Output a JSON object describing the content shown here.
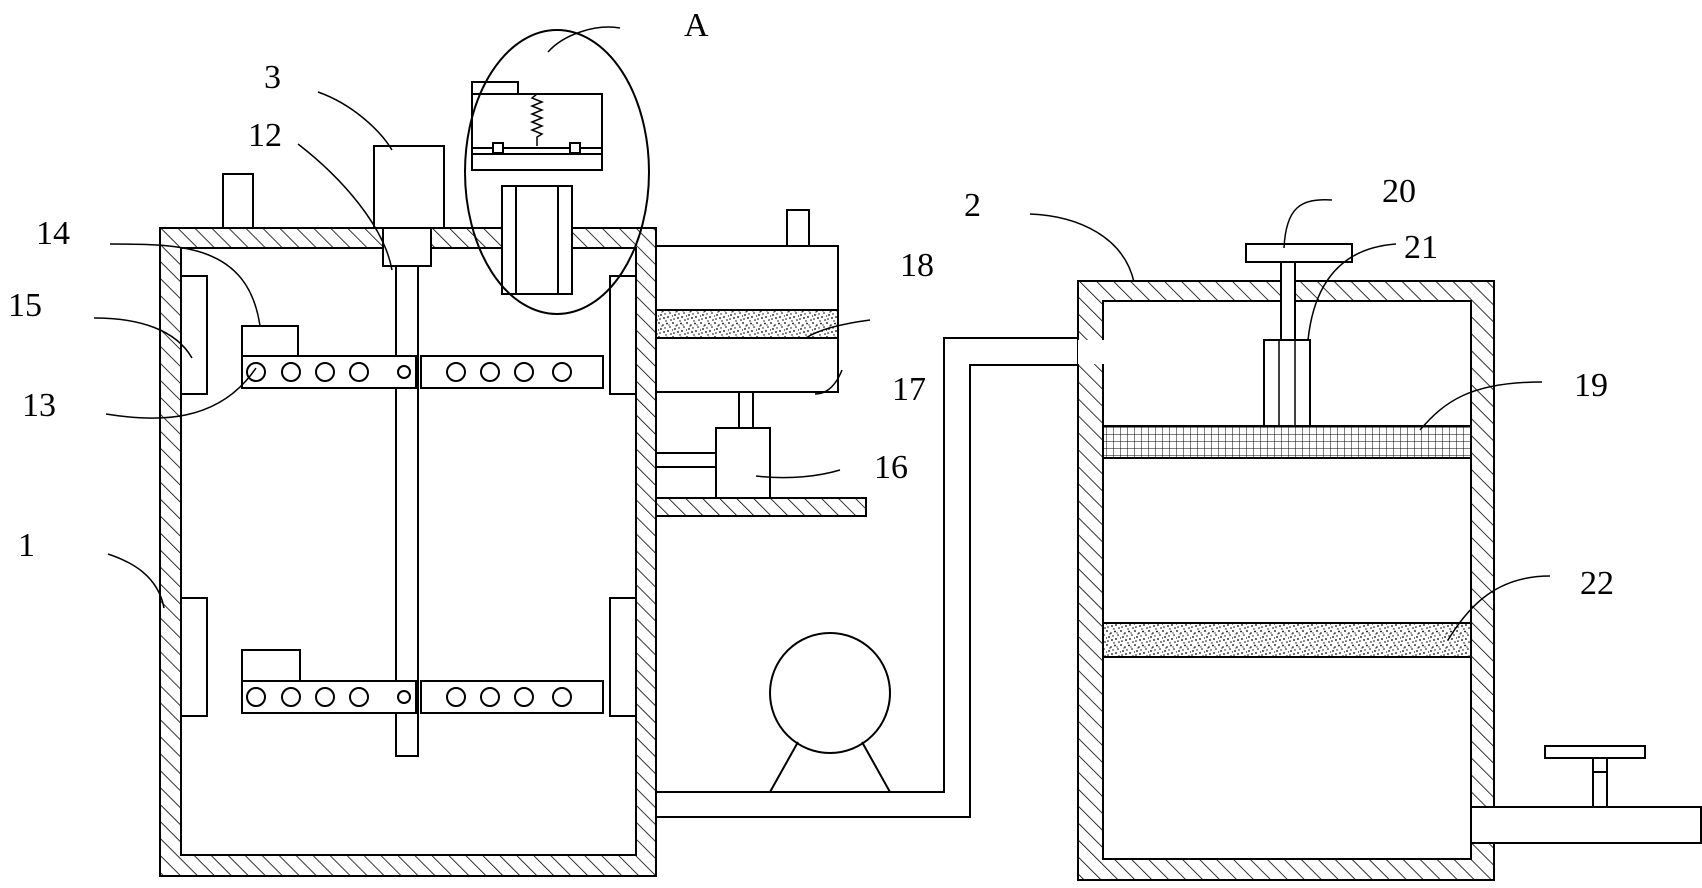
{
  "diagram": {
    "labels": {
      "A": "A",
      "n1": "1",
      "n2": "2",
      "n3": "3",
      "n12": "12",
      "n13": "13",
      "n14": "14",
      "n15": "15",
      "n16": "16",
      "n17": "17",
      "n18": "18",
      "n19": "19",
      "n20": "20",
      "n21": "21",
      "n22": "22"
    }
  }
}
